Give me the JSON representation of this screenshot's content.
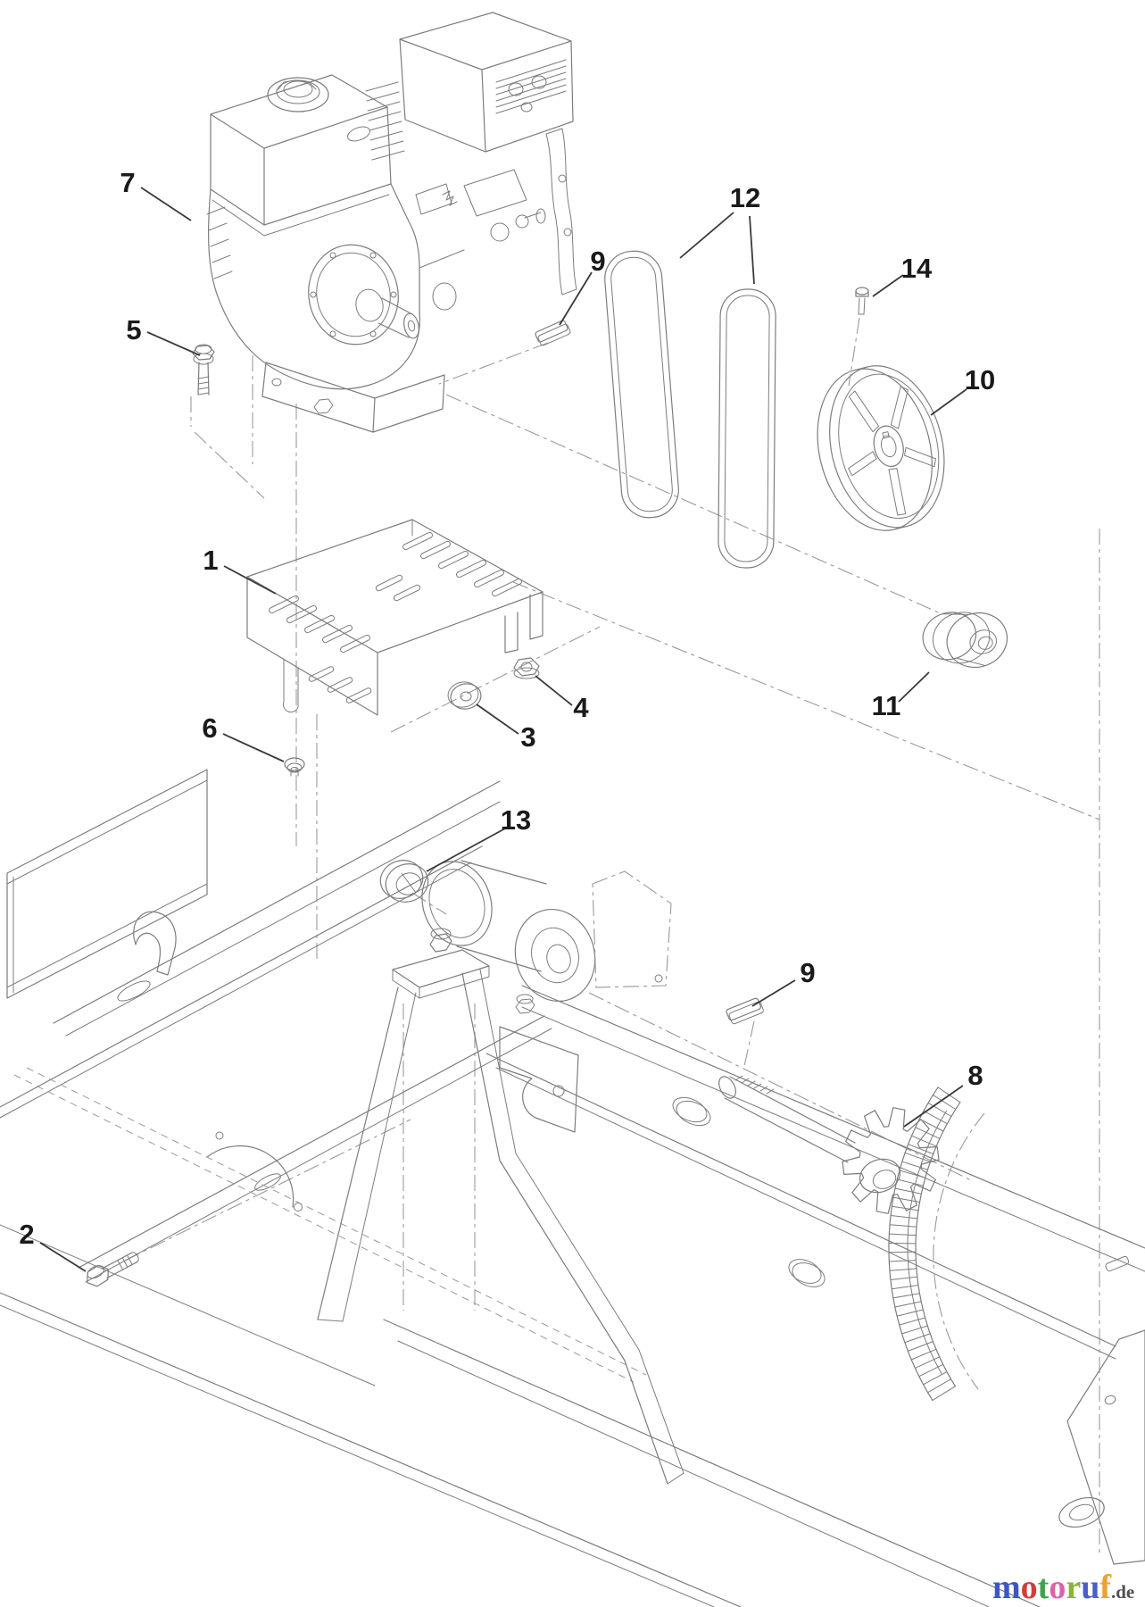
{
  "diagram": {
    "background": "#ffffff",
    "colors": {
      "line": "#7d7d7d",
      "dashdot": "#9a9a9a",
      "label": "#1a1a1a",
      "leader": "#3a3a3a"
    },
    "callouts": [
      {
        "part": "engine",
        "label": "7"
      },
      {
        "part": "engine-mount-bolt",
        "label": "5"
      },
      {
        "part": "key-upper",
        "label": "9"
      },
      {
        "part": "v-belts",
        "label": "12"
      },
      {
        "part": "pulley-bolt",
        "label": "14"
      },
      {
        "part": "large-pulley",
        "label": "10"
      },
      {
        "part": "engine-plate",
        "label": "1"
      },
      {
        "part": "flange-nut",
        "label": "4"
      },
      {
        "part": "washer",
        "label": "3"
      },
      {
        "part": "plate-fastener",
        "label": "6"
      },
      {
        "part": "bearing",
        "label": "13"
      },
      {
        "part": "small-pulley",
        "label": "11"
      },
      {
        "part": "key-lower",
        "label": "9"
      },
      {
        "part": "shaft-sprocket",
        "label": "8"
      },
      {
        "part": "frame-bolt",
        "label": "2"
      }
    ],
    "watermark": {
      "letters": [
        {
          "ch": "m",
          "color": "#3a57c4"
        },
        {
          "ch": "o",
          "color": "#d43c3c"
        },
        {
          "ch": "t",
          "color": "#3fa34d"
        },
        {
          "ch": "o",
          "color": "#e061a8"
        },
        {
          "ch": "r",
          "color": "#8bb23f"
        },
        {
          "ch": "u",
          "color": "#4a5ec9"
        },
        {
          "ch": "f",
          "color": "#f0a030"
        }
      ],
      "suffix": ".de",
      "suffix_color": "#4f4f4f"
    }
  }
}
